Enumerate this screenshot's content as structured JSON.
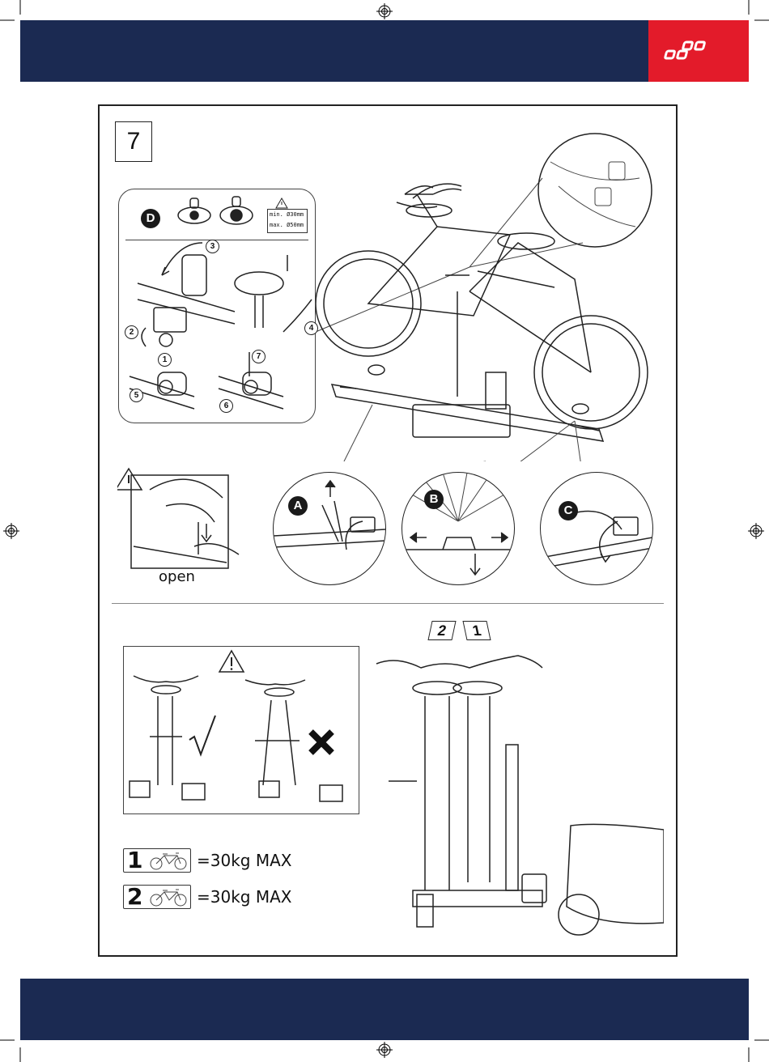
{
  "header": {
    "brand_color": "#e31b2a",
    "band_color": "#1b2a52",
    "logo_icon": "brand-logo-icon"
  },
  "step": {
    "number": "7"
  },
  "detail_d": {
    "label": "D",
    "spec_min": "min. Ø30mm",
    "spec_max": "max. Ø50mm",
    "steps": [
      "1",
      "2",
      "3",
      "4",
      "5",
      "6",
      "7"
    ]
  },
  "zoom_labels": {
    "a": "A",
    "b": "B",
    "c": "C"
  },
  "warning": {
    "open_label": "open",
    "check_icon": "checkmark-icon",
    "cross_icon": "cross-icon"
  },
  "position_tags": [
    "2",
    "1"
  ],
  "load_legend": [
    {
      "num": "1",
      "text": "=30kg MAX"
    },
    {
      "num": "2",
      "text": "=30kg MAX"
    }
  ]
}
